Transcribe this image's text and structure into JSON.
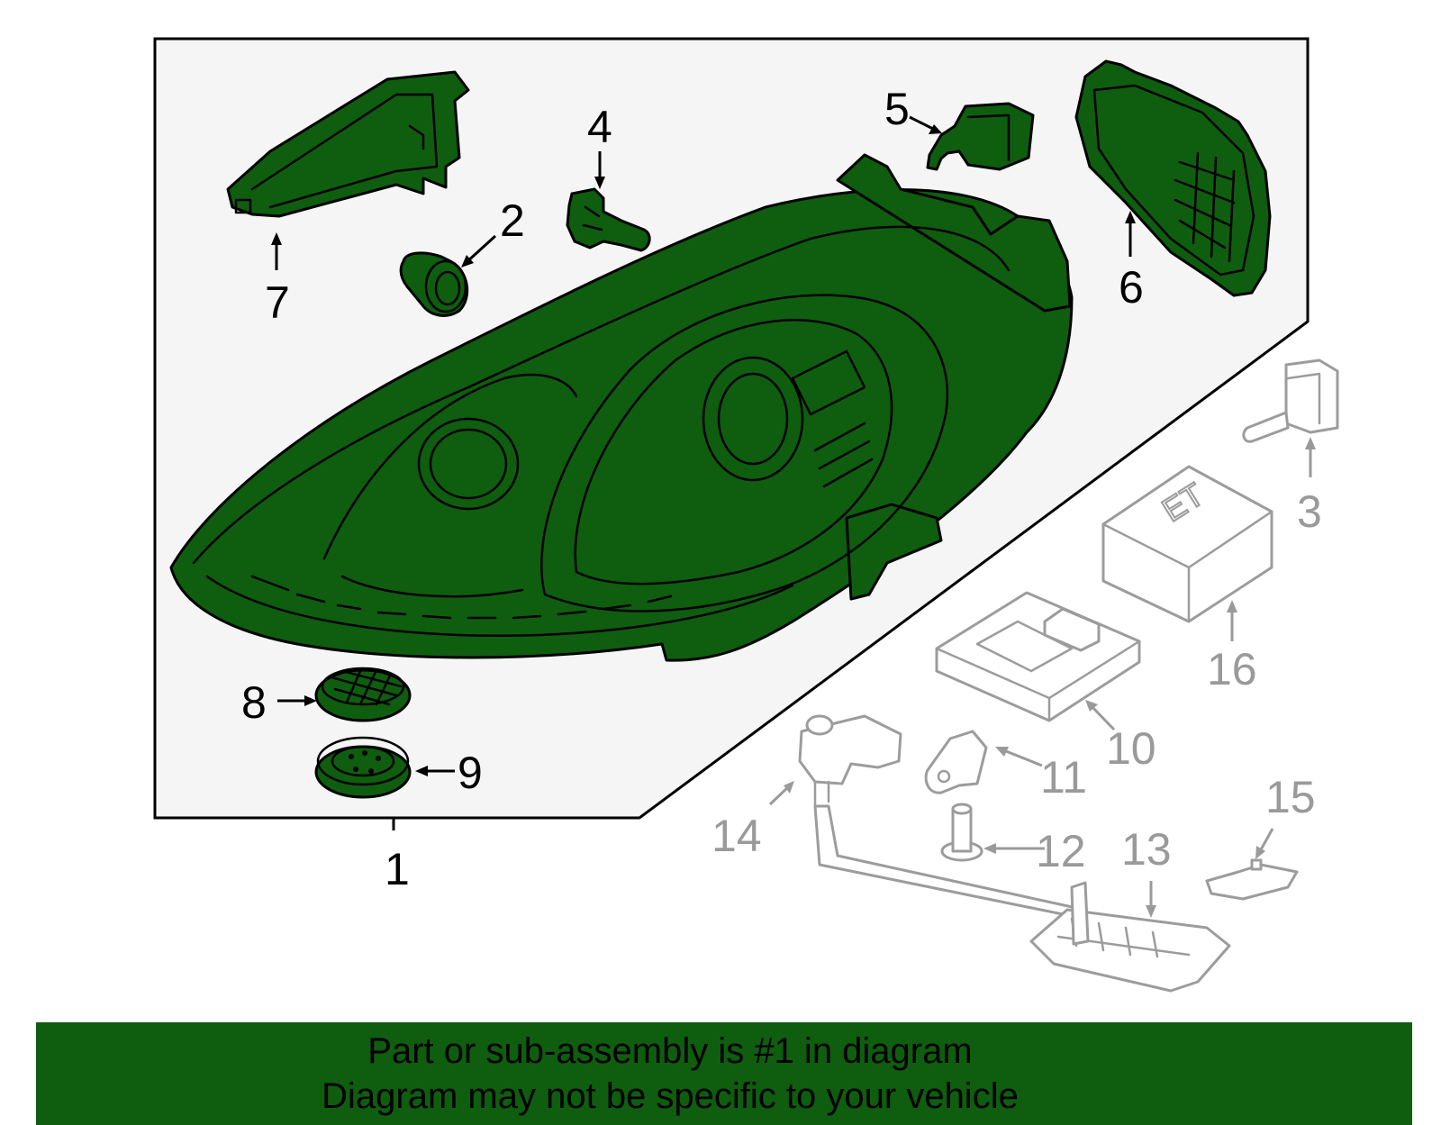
{
  "callouts": {
    "c1": "1",
    "c2": "2",
    "c3": "3",
    "c4": "4",
    "c5": "5",
    "c6": "6",
    "c7": "7",
    "c8": "8",
    "c9": "9",
    "c10": "10",
    "c11": "11",
    "c12": "12",
    "c13": "13",
    "c14": "14",
    "c15": "15",
    "c16": "16"
  },
  "unit_label": "ET",
  "footer": {
    "line1": "Part or sub-assembly is #1 in diagram",
    "line2": "Diagram may not be specific to your vehicle"
  },
  "colors": {
    "highlight": "#0f5d0f",
    "frame": "#f5f5f5",
    "unhighlighted": "#9c9c9c"
  }
}
